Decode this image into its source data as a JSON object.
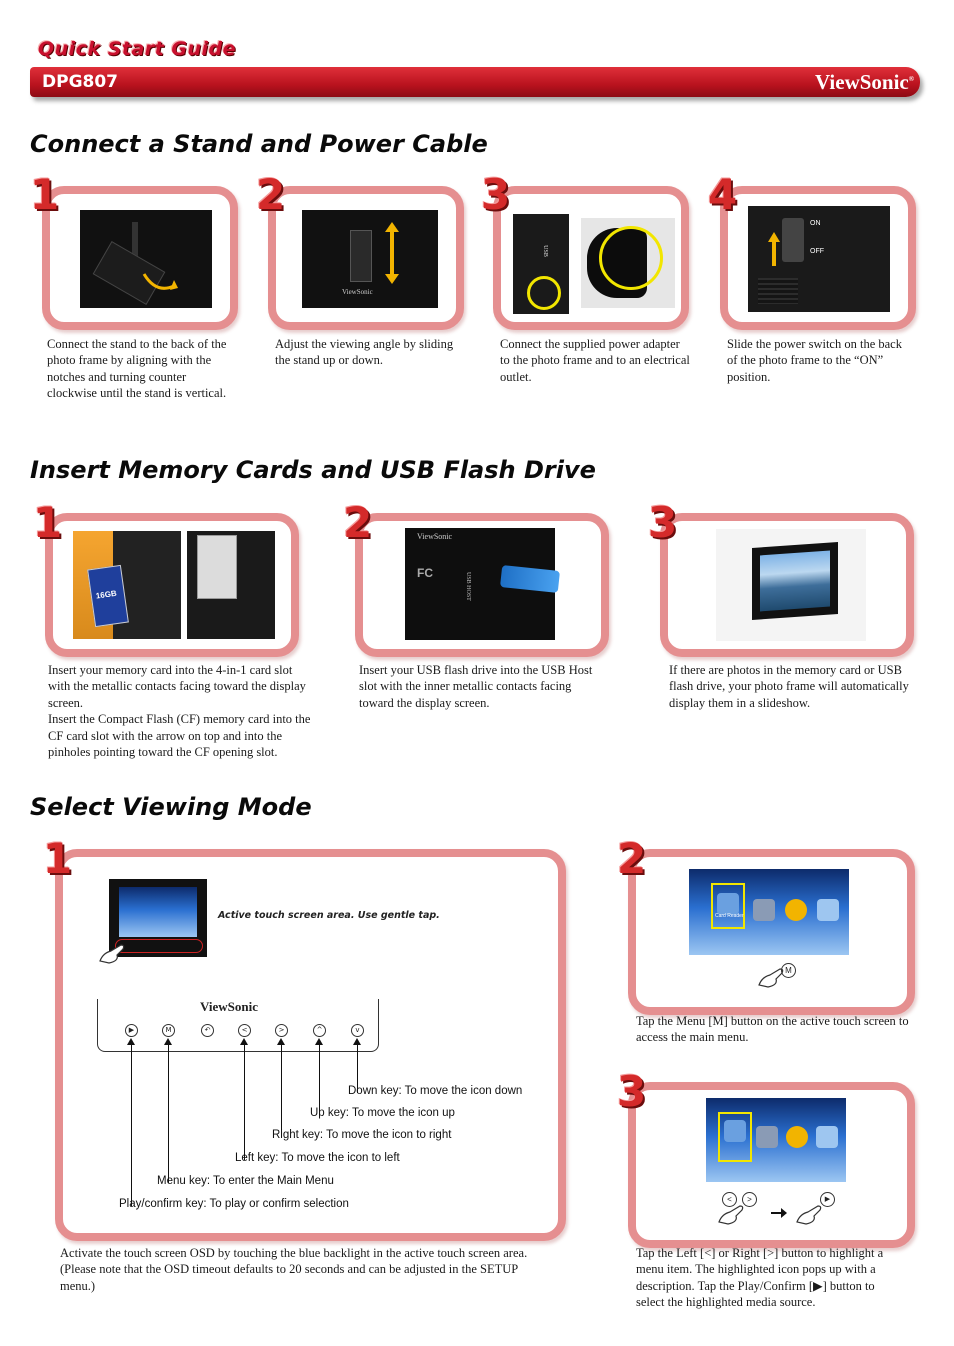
{
  "header": {
    "guide_title": "Quick Start Guide",
    "model": "DPG807",
    "brand": "ViewSonic"
  },
  "section1": {
    "title": "Connect a Stand and Power Cable",
    "steps": [
      {
        "num": "1",
        "caption": "Connect the stand to the back of the photo frame by aligning with the notches and turning counter clockwise until the stand is vertical."
      },
      {
        "num": "2",
        "caption": "Adjust the viewing angle by sliding the stand up or down."
      },
      {
        "num": "3",
        "caption": "Connect the supplied power adapter to the photo frame and to an electrical outlet."
      },
      {
        "num": "4",
        "caption": "Slide the power switch on the back of the photo frame to the “ON” position."
      }
    ],
    "switch_on": "ON",
    "switch_off": "OFF",
    "port_label": "USB"
  },
  "section2": {
    "title": "Insert Memory Cards and USB Flash Drive",
    "steps": [
      {
        "num": "1",
        "caption": "Insert your memory card into the 4-in-1 card slot with the metallic contacts facing toward the display screen.\nInsert the Compact Flash (CF) memory card into the CF card slot with the arrow on top and into the pinholes pointing toward the CF opening slot."
      },
      {
        "num": "2",
        "caption": "Insert your USB flash drive into the USB Host slot with the inner metallic contacts facing toward the display screen."
      },
      {
        "num": "3",
        "caption": "If there are photos in the memory card or USB flash drive, your photo frame will automatically display them in a slideshow."
      }
    ],
    "sd_label": "16GB",
    "back_brand": "ViewSonic",
    "fc_mark": "FC",
    "usb_port": "USB HOST"
  },
  "section3": {
    "title": "Select Viewing Mode",
    "step1": {
      "num": "1",
      "touch_note": "Active touch screen area.  Use gentle tap.",
      "panel_brand": "ViewSonic",
      "keys": [
        {
          "symbol": "▶",
          "label": "Play/confirm key: To play or confirm selection"
        },
        {
          "symbol": "M",
          "label": "Menu key: To enter the Main Menu"
        },
        {
          "symbol": "↶",
          "label": ""
        },
        {
          "symbol": "<",
          "label": "Left key: To move the icon to left"
        },
        {
          "symbol": ">",
          "label": "Right key: To move the icon to right"
        },
        {
          "symbol": "^",
          "label": "Up key: To move the icon up"
        },
        {
          "symbol": "v",
          "label": "Down key: To move the icon down"
        }
      ],
      "caption": "Activate the touch screen OSD by touching the blue backlight in the active touch screen area.  (Please note that the OSD timeout defaults to 20 seconds and can be adjusted in the SETUP menu.)"
    },
    "step2": {
      "num": "2",
      "menu_button": "M",
      "caption": "Tap the Menu [M] button on the active touch screen to access the main menu."
    },
    "step3": {
      "num": "3",
      "left_button": "<",
      "right_button": ">",
      "play_button": "▶",
      "caption": "Tap the Left [<] or Right [>] button to highlight a menu item. The highlighted icon pops up with a description. Tap the Play/Confirm [▶] button to select the highlighted media source."
    },
    "menu_item_label": "Card Reader"
  },
  "colors": {
    "accent_red": "#c8102e",
    "panel_border": "#e58f90",
    "highlight_yellow": "#f2e600"
  }
}
